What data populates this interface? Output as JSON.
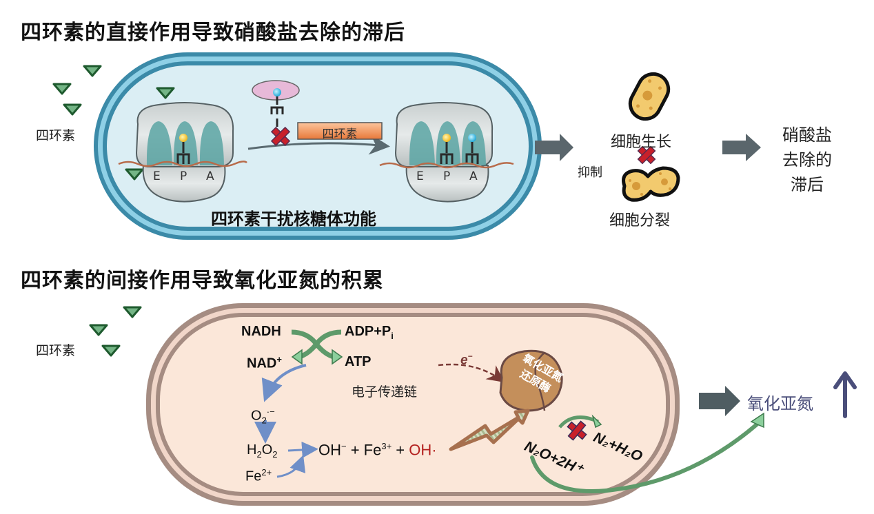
{
  "top": {
    "title": "四环素的直接作用导致硝酸盐去除的滞后",
    "antibiotic_label": "四环素",
    "ribosome_sites": [
      "E",
      "P",
      "A"
    ],
    "blocked_label": "四环素",
    "cell_caption": "四环素干扰核糖体功能",
    "growth_label": "细胞生长",
    "inhibit_label": "抑制",
    "division_label": "细胞分裂",
    "result_lines": [
      "硝酸盐",
      "去除的",
      "滞后"
    ]
  },
  "bottom": {
    "title": "四环素的间接作用导致氧化亚氮的积累",
    "antibiotic_label": "四环素",
    "nadh": "NADH",
    "nad_plus": "NAD",
    "nad_plus_sup": "+",
    "adp": "ADP+P",
    "adp_sub": "i",
    "atp": "ATP",
    "etc_label": "电子传递链",
    "electron": "e",
    "electron_sup": "−",
    "superoxide": "O",
    "superoxide_sub": "2",
    "superoxide_sup": "·−",
    "h2o2_a": "H",
    "h2o2_sub1": "2",
    "h2o2_b": "O",
    "h2o2_sub2": "2",
    "fe2": "Fe",
    "fe2_sup": "2+",
    "products_oh": "OH",
    "products_oh_sup": "−",
    "products_fe": " + Fe",
    "products_fe_sup": "3+",
    "products_plus": " + ",
    "hydroxyl_radical": "OH·",
    "enzyme_line1": "氧化亚氮",
    "enzyme_line2": "还原酶",
    "substrate": "N₂O+2H⁺",
    "product": "N₂+H₂O",
    "result_label": "氧化亚氮",
    "colors": {
      "radical": "#b3201e",
      "result_text": "#4a4e7a",
      "up_arrow": "#4a4e7a"
    }
  }
}
